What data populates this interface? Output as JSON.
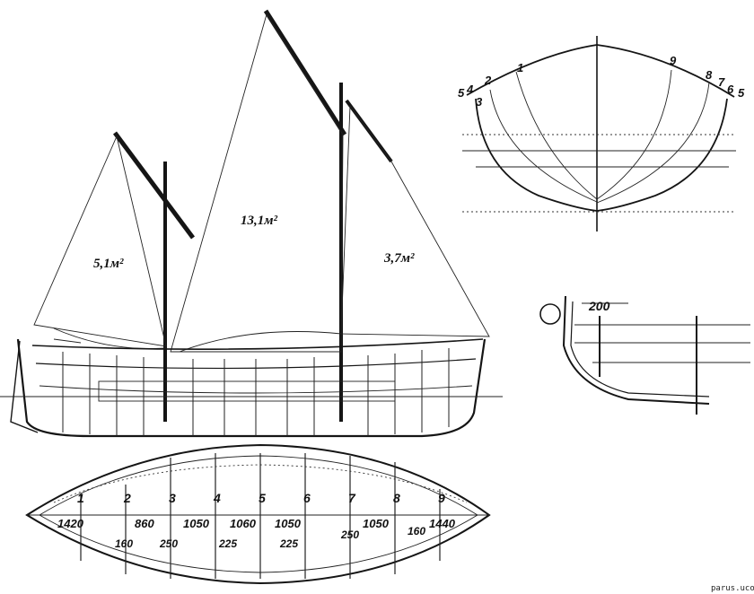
{
  "sails": [
    {
      "id": "foresail",
      "area": "5,1м²"
    },
    {
      "id": "mainsail",
      "area": "13,1м²"
    },
    {
      "id": "mizzen",
      "area": "3,7м²"
    }
  ],
  "body_plan": {
    "left_stations": [
      "5",
      "4",
      "3",
      "2",
      "1"
    ],
    "right_stations": [
      "9",
      "8",
      "7",
      "6",
      "5"
    ]
  },
  "section_detail": {
    "dimension": "200"
  },
  "plan_view": {
    "stations": [
      "1",
      "2",
      "3",
      "4",
      "5",
      "6",
      "7",
      "8",
      "9"
    ],
    "spacings": [
      "1420",
      "860",
      "1050",
      "1060",
      "1050",
      "1050",
      "1440"
    ],
    "thwart_widths": [
      "160",
      "250",
      "225",
      "225",
      "250",
      "160"
    ]
  },
  "watermark": "parus.ucoz.ru"
}
